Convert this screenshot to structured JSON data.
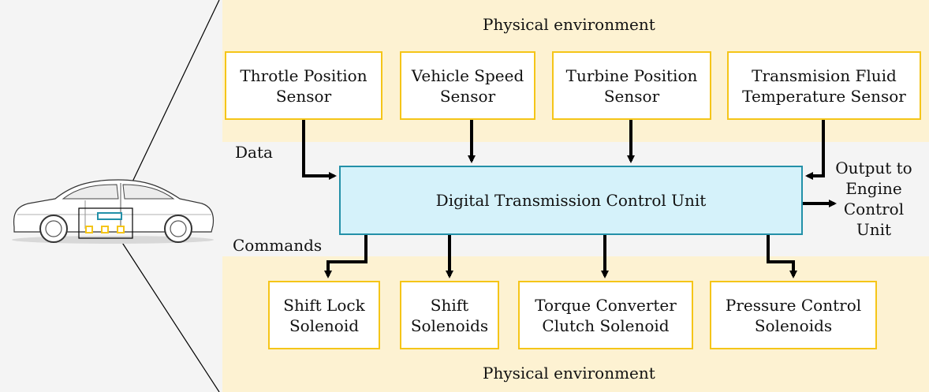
{
  "colors": {
    "physical_band": "#fdf2d2",
    "data_band": "#f4f4f4",
    "left_panel": "#f4f4f4",
    "box_border": "#f5c518",
    "ecu_fill": "#d5f2fa",
    "ecu_border": "#2390a8",
    "arrow": "#000000"
  },
  "diagram": {
    "top_region_label": "Physical environment",
    "bottom_region_label": "Physical environment",
    "data_label": "Data",
    "commands_label": "Commands",
    "output_label": "Output to\nEngine\nControl\nUnit",
    "sensors": [
      {
        "id": "throttle",
        "label": "Throtle Position\nSensor"
      },
      {
        "id": "speed",
        "label": "Vehicle Speed\nSensor"
      },
      {
        "id": "turbine",
        "label": "Turbine Position\nSensor"
      },
      {
        "id": "fluid_temp",
        "label": "Transmision Fluid\nTemperature Sensor"
      }
    ],
    "controller": {
      "label": "Digital Transmission Control Unit"
    },
    "actuators": [
      {
        "id": "shift_lock",
        "label": "Shift Lock\nSolenoid"
      },
      {
        "id": "shift",
        "label": "Shift\nSolenoids"
      },
      {
        "id": "torque_converter",
        "label": "Torque Converter\nClutch Solenoid"
      },
      {
        "id": "pressure",
        "label": "Pressure Control\nSolenoids"
      }
    ],
    "car_icon": "car-side-outline-icon"
  }
}
